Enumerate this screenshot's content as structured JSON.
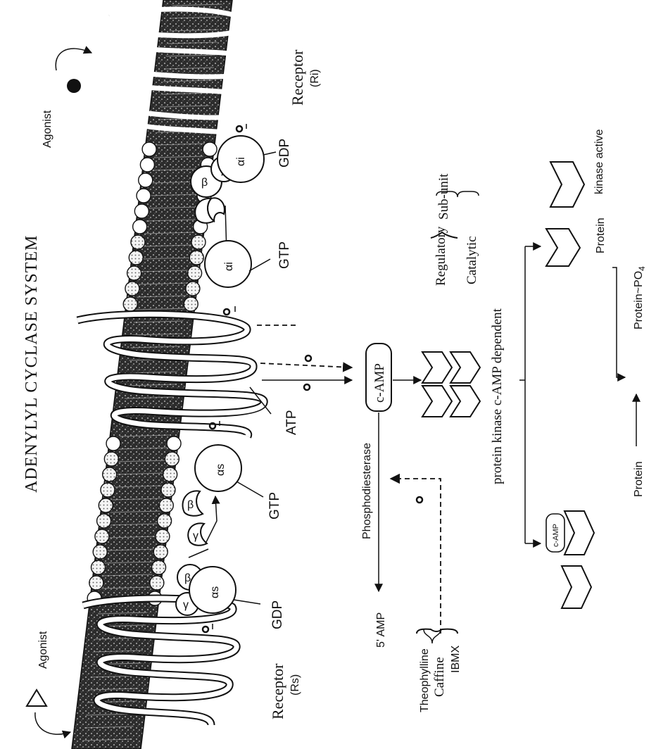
{
  "title": "ADENYLYL CYCLASE SYSTEM",
  "labels": {
    "agonist_top": "Agonist",
    "agonist_bottom": "Agonist",
    "receptor_ri": "Receptor",
    "receptor_ri_sub": "(Ri)",
    "receptor_rs": "Receptor",
    "receptor_rs_sub": "(Rs)",
    "gdp_top": "GDP",
    "gtp_top": "GTP",
    "gtp_bottom": "GTP",
    "gdp_bottom": "GDP",
    "atp": "ATP",
    "camp": "c-AMP",
    "phosphodiesterase": "Phosphodiesterase",
    "five_amp": "5' AMP",
    "inhibitor_1": "Theophylline",
    "inhibitor_2": "Caffine",
    "inhibitor_3": "IBMX",
    "regulatory": "Regulatory",
    "catalytic": "Catalytic",
    "subunit": "Sub-unit",
    "pk_dependent": "protein kinase c-AMP dependent",
    "protein_kinase_active_1": "Protein",
    "protein_kinase_active_2": "kinase active",
    "protein_po4": "Protein~PO",
    "po4_sub": "4",
    "protein": "Protein",
    "camp_small": "c-AMP",
    "alpha_i": "αi",
    "alpha_s": "αs",
    "beta": "β",
    "gamma": "γ",
    "o_mark": "o"
  },
  "colors": {
    "ink": "#111111",
    "membrane_fill": "#3a3a3a",
    "paper": "#ffffff"
  }
}
